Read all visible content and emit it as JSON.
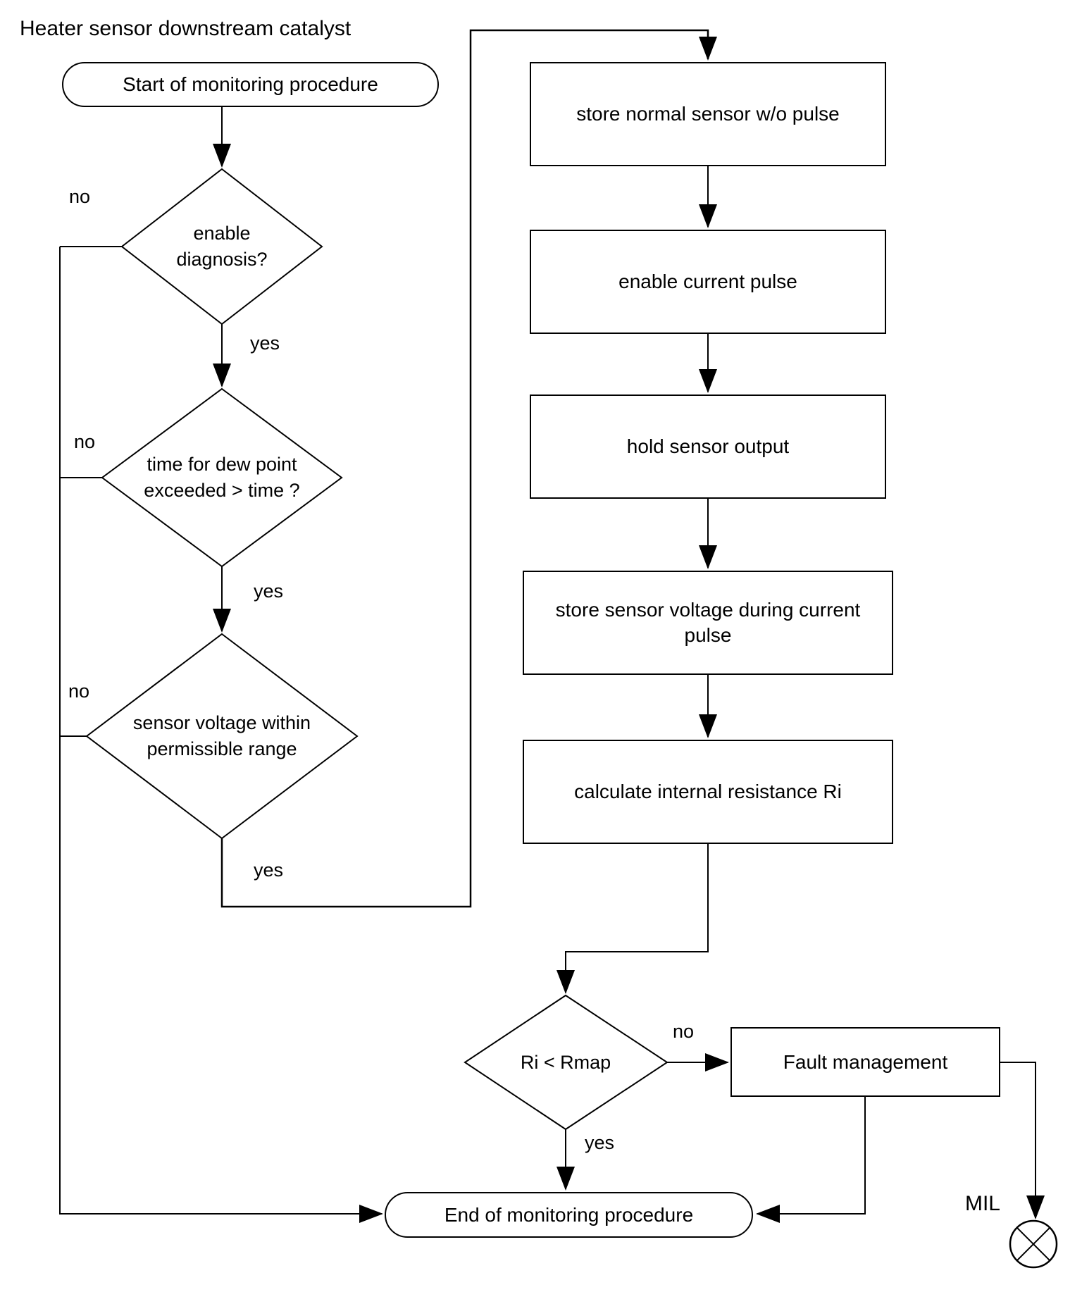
{
  "title": "Heater sensor downstream catalyst",
  "terminals": {
    "start": "Start of monitoring procedure",
    "end": "End of monitoring procedure"
  },
  "decisions": {
    "d1": {
      "line1": "enable",
      "line2": "diagnosis?",
      "no": "no",
      "yes": "yes"
    },
    "d2": {
      "line1": "time for dew point",
      "line2": "exceeded > time ?",
      "no": "no",
      "yes": "yes"
    },
    "d3": {
      "line1": "sensor voltage within",
      "line2": "permissible range",
      "no": "no",
      "yes": "yes"
    },
    "d4": {
      "line1": "Ri < Rmap",
      "no": "no",
      "yes": "yes"
    }
  },
  "processes": {
    "p1": "store normal sensor w/o pulse",
    "p2": "enable current pulse",
    "p3": "hold sensor output",
    "p4": "store sensor voltage during current pulse",
    "p5": "calculate internal resistance Ri",
    "fault": "Fault management"
  },
  "indicator": {
    "label": "MIL"
  },
  "colors": {
    "line": "#000000",
    "background": "#ffffff"
  }
}
